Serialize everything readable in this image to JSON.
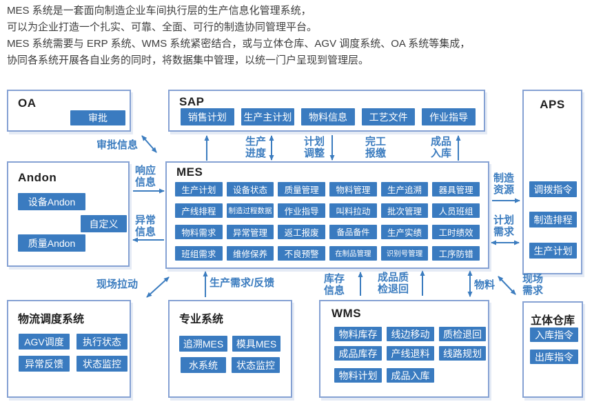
{
  "intro": {
    "lines": [
      "MES 系统是一套面向制造企业车间执行层的生产信息化管理系统，",
      "可以为企业打造一个扎实、可靠、全面、可行的制造协同管理平台。",
      "MES 系统需要与 ERP 系统、WMS 系统紧密结合，或与立体仓库、AGV 调度系统、OA 系统等集成，",
      "协同各系统开展各自业务的同时，将数据集中管理，以统一门户呈现到管理层。"
    ]
  },
  "colors": {
    "accent_button_blue": "#3a7bc0",
    "box_border_blue": "#85a1d3",
    "arrow_label_blue": "#3b7cbf",
    "title_black": "#1f1f1f"
  },
  "boxes": {
    "oa": {
      "title": "OA",
      "items": [
        "审批"
      ]
    },
    "sap": {
      "title": "SAP",
      "items": [
        "销售计划",
        "生产主计划",
        "物料信息",
        "工艺文件",
        "作业指导"
      ]
    },
    "aps": {
      "title": "APS",
      "items": [
        "调拨指令",
        "制造排程",
        "生产计划"
      ]
    },
    "andon": {
      "title": "Andon",
      "items": [
        "设备Andon",
        "自定义",
        "质量Andon"
      ]
    },
    "mes": {
      "title": "MES",
      "items": [
        "生产计划",
        "设备状态",
        "质量管理",
        "物料管理",
        "生产追溯",
        "器具管理",
        "产线排程",
        "制造过程数据",
        "作业指导",
        "叫料拉动",
        "批次管理",
        "人员班组",
        "物料需求",
        "异常管理",
        "返工报废",
        "备品备件",
        "生产实绩",
        "工时绩效",
        "班组需求",
        "维修保养",
        "不良预警",
        "在制品管理",
        "识别号管理",
        "工序防错"
      ]
    },
    "logistics": {
      "title": "物流调度系统",
      "items": [
        "AGV调度",
        "执行状态",
        "异常反馈",
        "状态监控"
      ]
    },
    "specialized": {
      "title": "专业系统",
      "items": [
        "追溯MES",
        "模具MES",
        "水系统",
        "状态监控"
      ]
    },
    "wms": {
      "title": "WMS",
      "items": [
        "物料库存",
        "线边移动",
        "质检退回",
        "成品库存",
        "产线退料",
        "线路规划",
        "物料计划",
        "成品入库"
      ]
    },
    "warehouse": {
      "title": "立体仓库",
      "items": [
        "入库指令",
        "出库指令"
      ]
    }
  },
  "labels": {
    "approval_info": "审批信息",
    "response_info": "响应信息",
    "exception_info": "异常信息",
    "production_progress": "生产进度",
    "plan_adjustment": "计划调整",
    "completion_report": "完工报缴",
    "finished_goods_inbound": "成品入库",
    "manufacturing_resources": "制造资源",
    "plan_demand": "计划需求",
    "site_pull": "现场拉动",
    "production_demand_feedback": "生产需求/反馈",
    "inventory_info": "库存信息",
    "finished_qc_return": "成品质检退回",
    "material": "物料",
    "site_demand": "现场需求"
  }
}
